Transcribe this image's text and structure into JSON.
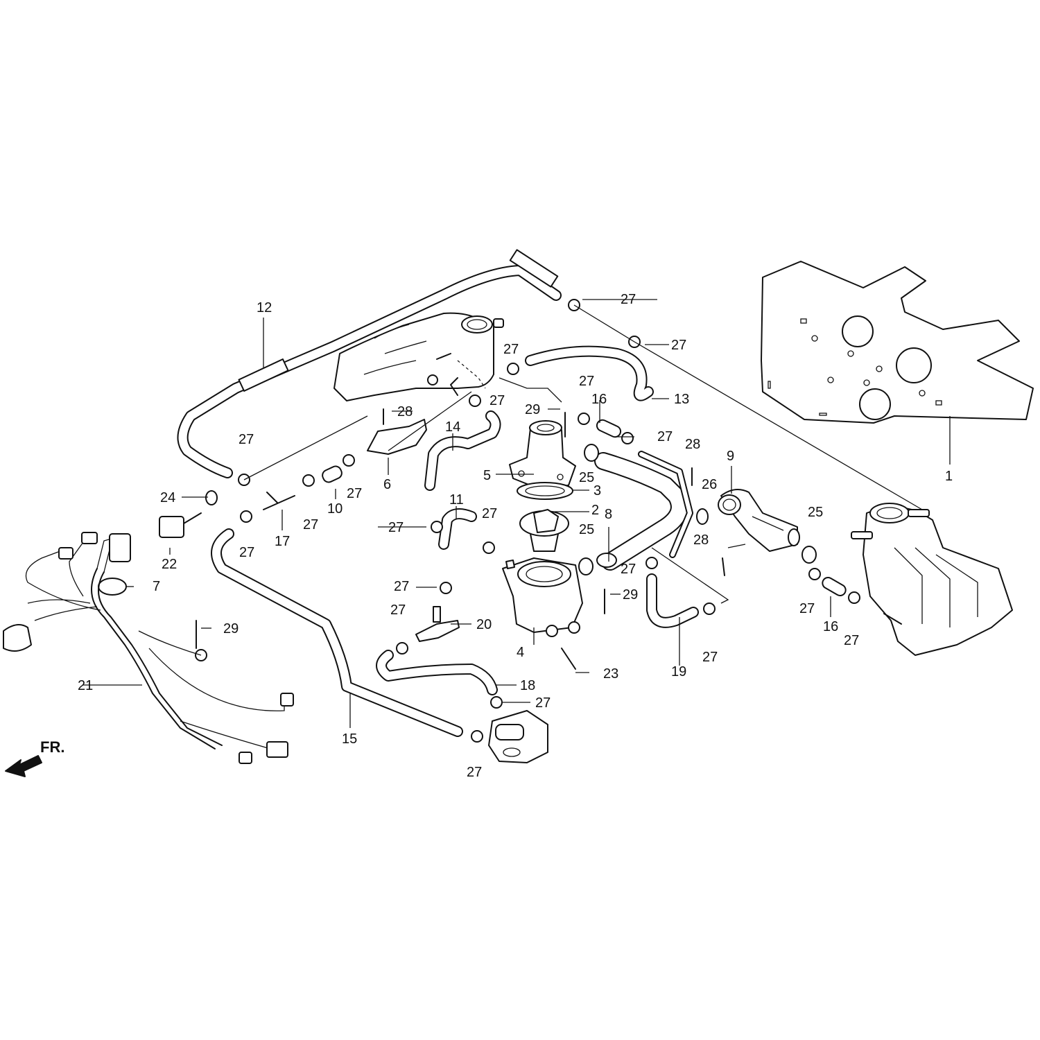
{
  "diagram": {
    "direction_label": "FR.",
    "labels": {
      "p1": "1",
      "p2": "2",
      "p3": "3",
      "p4": "4",
      "p5": "5",
      "p6": "6",
      "p7": "7",
      "p8": "8",
      "p9": "9",
      "p10": "10",
      "p11": "11",
      "p12": "12",
      "p13": "13",
      "p14": "14",
      "p15": "15",
      "p16a": "16",
      "p16b": "16",
      "p17": "17",
      "p18": "18",
      "p19": "19",
      "p20": "20",
      "p21": "21",
      "p22": "22",
      "p23": "23",
      "p24": "24",
      "p25a": "25",
      "p25b": "25",
      "p25c": "25",
      "p26": "26",
      "p27a": "27",
      "p27b": "27",
      "p27c": "27",
      "p27d": "27",
      "p27e": "27",
      "p27f": "27",
      "p27g": "27",
      "p27h": "27",
      "p27i": "27",
      "p27j": "27",
      "p27k": "27",
      "p27l": "27",
      "p27m": "27",
      "p27n": "27",
      "p27o": "27",
      "p27p": "27",
      "p27q": "27",
      "p27r": "27",
      "p27s": "27",
      "p27t": "27",
      "p28a": "28",
      "p28b": "28",
      "p28c": "28",
      "p29a": "29",
      "p29b": "29",
      "p29c": "29"
    }
  }
}
